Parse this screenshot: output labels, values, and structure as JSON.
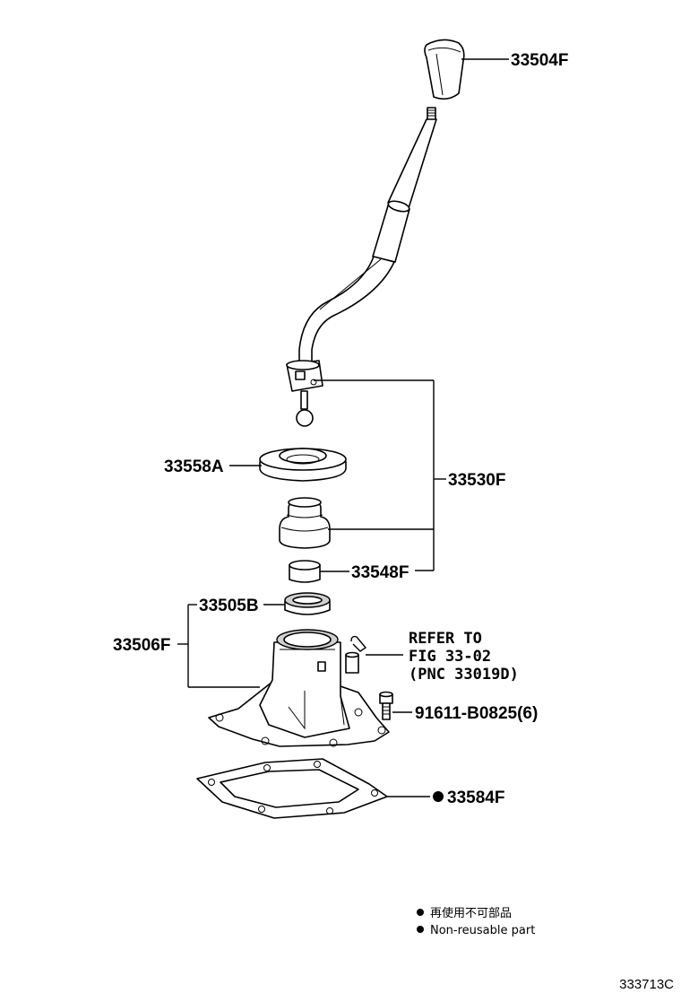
{
  "parts": [
    {
      "id": "knob",
      "label": "33504F"
    },
    {
      "id": "lever_assy",
      "label": "33530F"
    },
    {
      "id": "seat",
      "label": "33558A"
    },
    {
      "id": "bushing",
      "label": "33548F"
    },
    {
      "id": "retainer",
      "label": "33505B"
    },
    {
      "id": "housing",
      "label": "33506F"
    },
    {
      "id": "bolt",
      "label": "91611-B0825(6)"
    },
    {
      "id": "gasket",
      "label": "33584F"
    }
  ],
  "reference": {
    "line1": "REFER TO",
    "line2": "FIG 33-02",
    "line3": "(PNC 33019D)"
  },
  "legend": {
    "japanese": "再使用不可部品",
    "english": "Non-reusable part"
  },
  "figure_number": "333713C"
}
